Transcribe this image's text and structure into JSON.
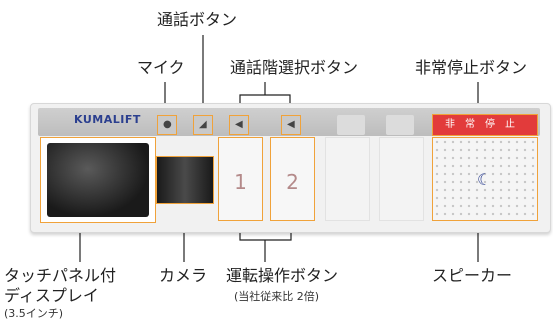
{
  "labels": {
    "call_button": "通話ボタン",
    "mic": "マイク",
    "floor_select": "通話階選択ボタン",
    "emergency_stop": "非常停止ボタン",
    "touch_display_l1": "タッチパネル付",
    "touch_display_l2": "ディスプレイ",
    "touch_display_note": "(3.5インチ)",
    "camera": "カメラ",
    "operation_buttons": "運転操作ボタン",
    "operation_note": "(当社従来比 2倍)",
    "speaker": "スピーカー"
  },
  "panel": {
    "logo": "KUMALIFT",
    "estop_text": "非常停止",
    "button_1": "1",
    "button_2": "2"
  },
  "colors": {
    "highlight": "#f0a23a",
    "logo": "#2b3f8f",
    "estop": "#e23b3b"
  }
}
